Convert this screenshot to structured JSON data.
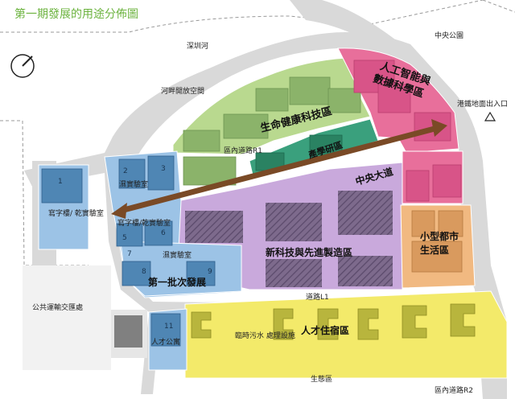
{
  "title": "第一期發展的用途分佈圖",
  "colors": {
    "title": "#6cb33f",
    "life_science": "#b9d98f",
    "industry_research": "#3aa07d",
    "ai_data": "#e86f9b",
    "new_tech": "#c9a9dc",
    "wet_lab": "#9cc3e6",
    "urban_life": "#f1b981",
    "talent_housing": "#f3ea6a",
    "road": "#d9d9d9",
    "boulevard": "#7a4a26"
  },
  "zones": {
    "life_science": "生命健康科技區",
    "industry_research": "產學研區",
    "ai_data": "人工智能與\n數據科學區",
    "new_tech": "新科技與先進製造區",
    "first_batch": "第一批次發展",
    "urban_life": "小型都市\n生活區",
    "talent_housing": "人才住宿區",
    "boulevard": "中央大道"
  },
  "labels": {
    "shenzhen_river": "深圳河",
    "riverside_space": "河畔開放空間",
    "central_park": "中央公園",
    "rail_entrance": "港鐵地面出入口",
    "road_r1": "區內道路R1",
    "road_l1": "道路L1",
    "road_r2": "區內道路R2",
    "eco_zone": "生態區",
    "transport_hub": "公共運輸交匯處",
    "office_lab": "寫字樓/\n乾實驗室",
    "wet_lab_1": "濕實驗室",
    "office_lab_2": "寫字樓/乾實驗室",
    "wet_lab_2": "濕實驗室",
    "talent_apartment": "人才公寓",
    "temp_sewage": "臨時污水\n處理設施"
  },
  "plots": [
    "1",
    "2",
    "3",
    "5",
    "6",
    "7",
    "8",
    "9",
    "11"
  ]
}
